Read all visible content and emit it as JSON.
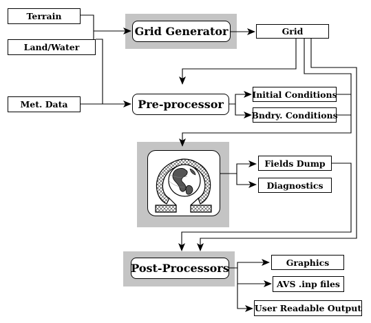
{
  "inputs": {
    "terrain": "Terrain",
    "land_water": "Land/Water",
    "met_data": "Met. Data"
  },
  "processes": {
    "grid_generator": "Grid Generator",
    "pre_processor": "Pre-processor",
    "post_processors": "Post-Processors"
  },
  "intermediate": {
    "grid": "Grid",
    "initial_conditions": "Initial Conditions",
    "boundary_conditions": "Bndry. Conditions"
  },
  "model_outputs": {
    "fields_dump": "Fields Dump",
    "diagnostics": "Diagnostics"
  },
  "final_outputs": {
    "graphics": "Graphics",
    "avs_files": "AVS .inp files",
    "user_output": "User Readable Output"
  },
  "colors": {
    "shade": "#c4c4c4",
    "ocean": "#ffffff",
    "land": "#555555",
    "line": "#000000"
  },
  "icons": {
    "model_logo": "globe-omega-logo"
  }
}
